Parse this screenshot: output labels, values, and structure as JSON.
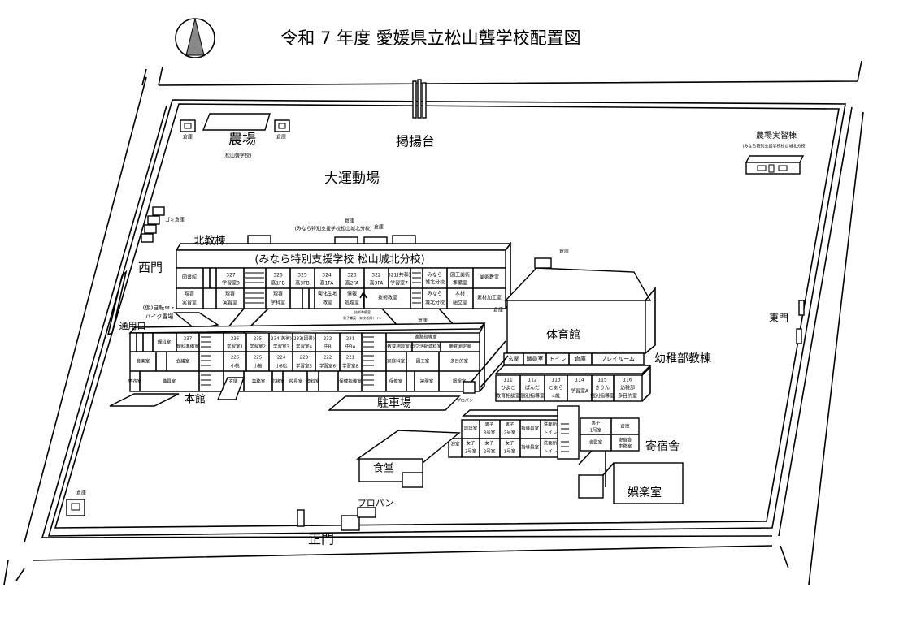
{
  "title": "令和 7 年度 愛媛県立松山聾学校配置図",
  "compass": "north-arrow-icon",
  "labels": {
    "flag": "掲揚台",
    "farm": "農場",
    "farm_sub": "(松山聾学校)",
    "field": "大運動場",
    "farm_building": "農場実習棟",
    "farm_building_sub": "(みなら特別支援学校松山城北分校)",
    "north_building": "北教棟",
    "north_banner": "(みなら特別支援学校 松山城北分校)",
    "north_sub": "(みなら特別支援学校松山城北分校)",
    "west_gate": "西門",
    "east_gate": "東門",
    "main_gate": "正門",
    "side_gate": "通用口",
    "bike_1": "(仮)自転車・",
    "bike_2": "バイク置場",
    "main_building": "本館",
    "parking": "駐車場",
    "gym": "体育館",
    "kinder": "幼稚部教棟",
    "dorm": "寄宿舎",
    "rec": "娯楽室",
    "cafeteria": "食堂",
    "propane": "プロパン",
    "propane_small": "プロパン",
    "garbage": "ゴミ倉庫",
    "storage": "倉庫",
    "tech_prep": "技術準備室",
    "toilet_note": "男子職員・来校者用トイレ"
  },
  "north_rooms": {
    "r1": [
      "図書館",
      "327",
      "学習室9",
      "326",
      "高1FB",
      "325",
      "高3FB",
      "324",
      "高1FA",
      "323",
      "高2FA",
      "322",
      "高3FA",
      "321(共和)",
      "学習室7",
      "みなら",
      "城北分校",
      "図工美術",
      "準備室",
      "美術教室"
    ],
    "r2": [
      "理容",
      "実習室",
      "理容",
      "実習室",
      "理容",
      "学科室",
      "衛化生地",
      "教室",
      "情報",
      "処理室",
      "技術教室",
      "みなら",
      "城北分校",
      "木材",
      "組立室",
      "素材加工室"
    ]
  },
  "main_rooms": {
    "r1": [
      "理科室",
      "237",
      "理科準備室",
      "236",
      "学習室1",
      "235",
      "学習室2",
      "234(美術)",
      "学習室3",
      "233(図書)",
      "学習室4",
      "232",
      "中B",
      "231",
      "中3A",
      "進路指導室",
      "教育相談室",
      "自立活動資料室",
      "聴覚測定室"
    ],
    "r2": [
      "音楽室",
      "会議室",
      "226",
      "小桃",
      "225",
      "小桜",
      "224",
      "小6松",
      "223",
      "学習室5",
      "222",
      "学習室6",
      "221",
      "学習室8",
      "家庭科室",
      "図工室",
      "多目的室"
    ],
    "r3": [
      "更衣室",
      "職員室",
      "玄関",
      "事務室",
      "応接室",
      "校長室",
      "資料室",
      "保健指導室",
      "保健室",
      "被服室",
      "調理室"
    ]
  },
  "kinder_rooms": {
    "r1": [
      "玄関",
      "職員室",
      "トイレ",
      "倉庫",
      "プレイルーム"
    ],
    "r2": [
      "111",
      "ひよこ",
      "教育相談室",
      "112",
      "ぱんだ",
      "個別指導室",
      "113",
      "こあら",
      "4歳",
      "114",
      "学習室A",
      "115",
      "きりん",
      "個別指導室",
      "116",
      "幼稚部",
      "多目的室"
    ]
  },
  "dorm_rooms": [
    "談話室",
    "男子",
    "3号室",
    "男子",
    "2号室",
    "指導員室",
    "洗面所",
    "トイレ",
    "浴室",
    "女子",
    "3号室",
    "女子",
    "2号室",
    "女子",
    "1号室",
    "指導員室",
    "洗面所",
    "トイレ",
    "男子",
    "1号室",
    "倉庫",
    "舎監室",
    "寄宿舎",
    "事務室"
  ]
}
